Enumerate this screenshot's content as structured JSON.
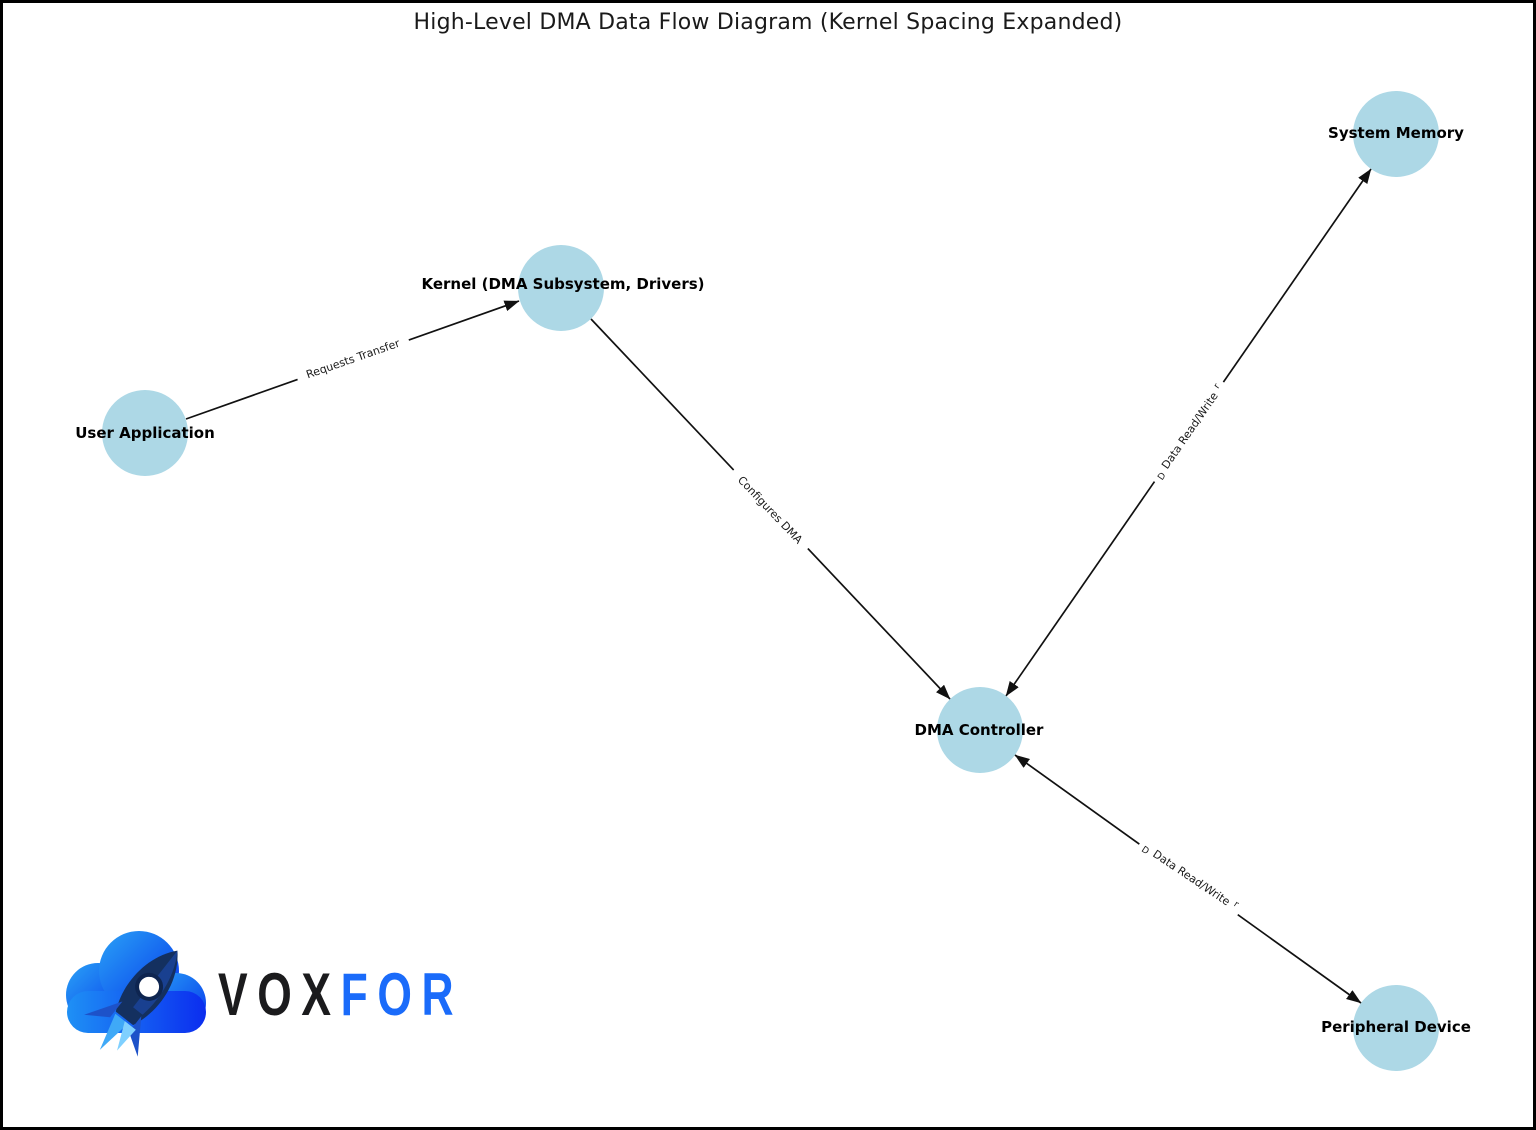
{
  "title": "High-Level DMA Data Flow Diagram (Kernel Spacing Expanded)",
  "diagram": {
    "background": "#ffffff",
    "node_fill": "#ADD8E6",
    "edge_color": "#111111",
    "nodes": [
      {
        "id": "user-application",
        "label": "User Application"
      },
      {
        "id": "kernel",
        "label": "Kernel (DMA Subsystem, Drivers)"
      },
      {
        "id": "system-memory",
        "label": "System Memory"
      },
      {
        "id": "dma-controller",
        "label": "DMA Controller"
      },
      {
        "id": "peripheral-device",
        "label": "Peripheral Device"
      }
    ],
    "edges": [
      {
        "from": "User Application",
        "to": "Kernel (DMA Subsystem, Drivers)",
        "label": "Requests Transfer",
        "direction": "one-way"
      },
      {
        "from": "Kernel (DMA Subsystem, Drivers)",
        "to": "DMA Controller",
        "label": "Configures DMA",
        "direction": "one-way"
      },
      {
        "from": "DMA Controller",
        "to": "System Memory",
        "label": "Data Read/Write",
        "direction": "two-way",
        "artifact_prefix": "D",
        "artifact_suffix": "r"
      },
      {
        "from": "DMA Controller",
        "to": "Peripheral Device",
        "label": "Data Read/Write",
        "direction": "two-way",
        "artifact_prefix": "D",
        "artifact_suffix": "r"
      }
    ]
  },
  "logo": {
    "icon": "cloud-rocket-icon",
    "brand_part1": "VOX",
    "brand_part2": "FOR",
    "part1_color": "#1b1b1d",
    "part2_color": "#1a6bfa"
  }
}
